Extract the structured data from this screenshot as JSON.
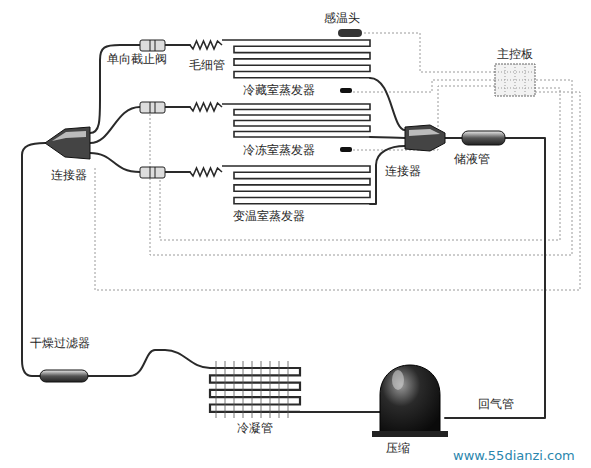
{
  "diagram": {
    "labels": [
      "感温头",
      "单向截止阀",
      "毛细管",
      "主控板",
      "冷藏室蒸发器",
      "冷冻室蒸发器",
      "变温室蒸发器",
      "连接器",
      "连接器",
      "储液管",
      "干燥过滤器",
      "冷凝管",
      "压缩",
      "回气管",
      "www.55dianzi.com"
    ]
  }
}
